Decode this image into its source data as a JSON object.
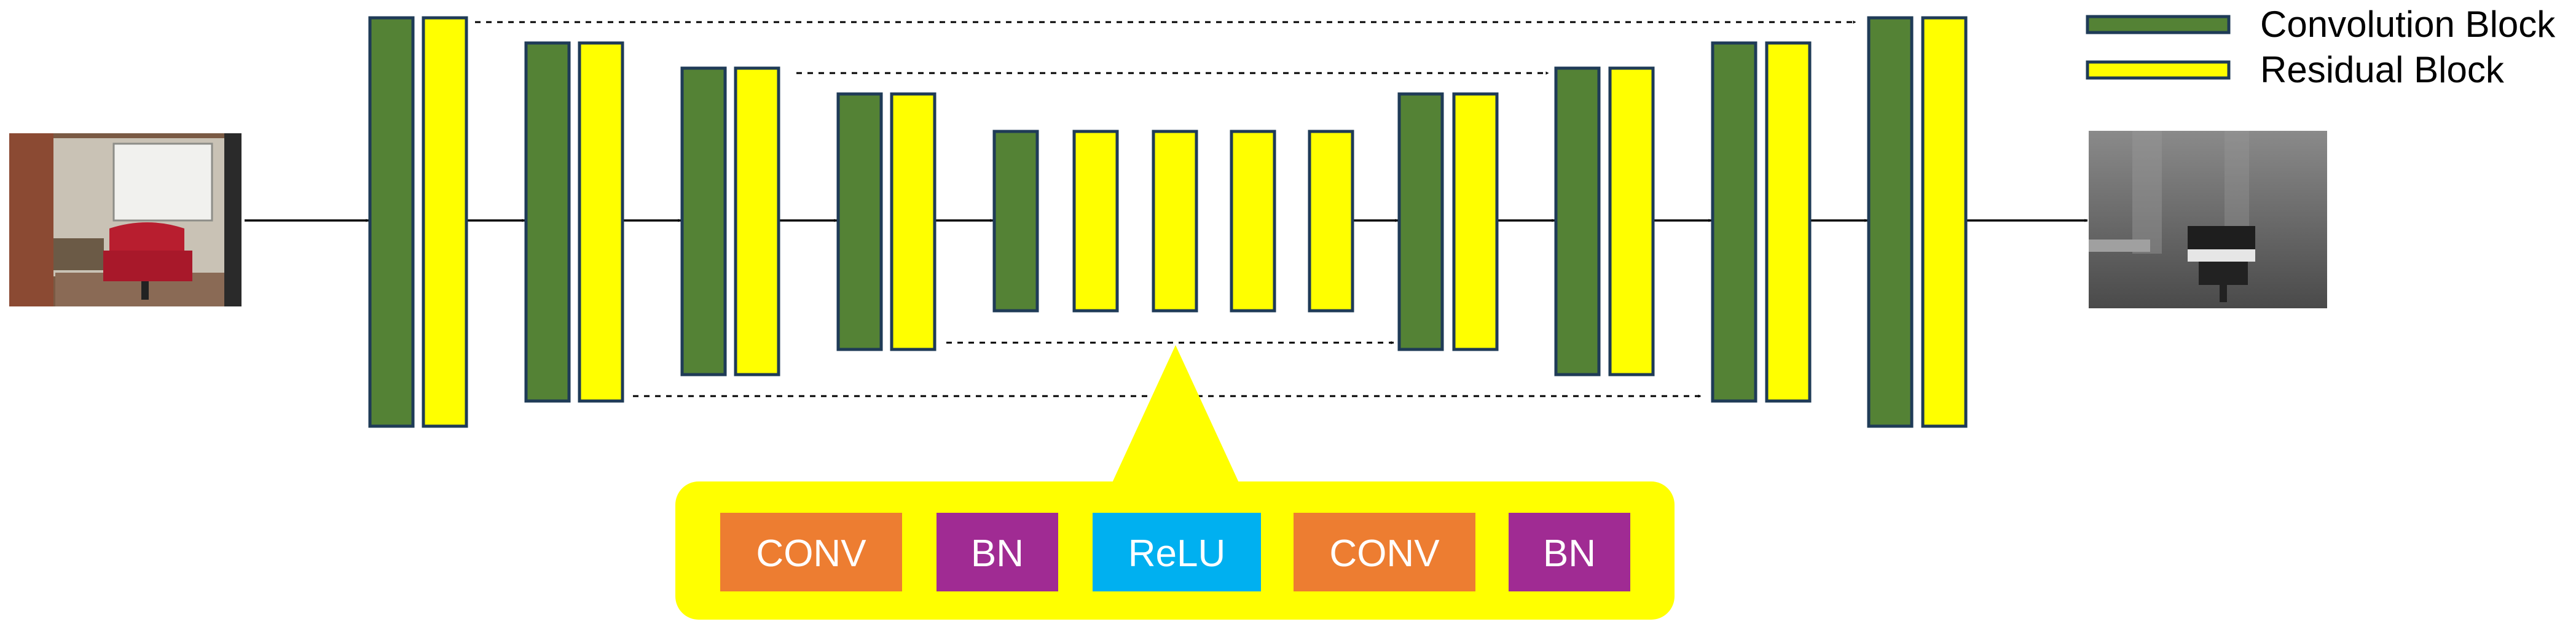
{
  "legend": {
    "items": [
      {
        "label": "Convolution Block",
        "color": "#548235"
      },
      {
        "label": "Residual Block",
        "color": "#ffff00"
      }
    ]
  },
  "colors": {
    "convolution_block": "#548235",
    "residual_block": "#ffff00",
    "block_outline": "#1f3b57",
    "callout_background": "#ffff00",
    "conv_op": "#ed7d31",
    "bn_op": "#a02b93",
    "relu_op": "#00b0f0"
  },
  "residual_block_detail": {
    "operations": [
      {
        "label": "CONV",
        "color": "#ed7d31"
      },
      {
        "label": "BN",
        "color": "#a02b93"
      },
      {
        "label": "ReLU",
        "color": "#00b0f0"
      },
      {
        "label": "CONV",
        "color": "#ed7d31"
      },
      {
        "label": "BN",
        "color": "#a02b93"
      }
    ]
  },
  "network": {
    "encoder_stages": 4,
    "bottleneck": "1 convolution block followed by 4 residual blocks",
    "decoder_stages": 4,
    "skip_connections": 4
  },
  "images": {
    "input": "RGB indoor scene photo: office room with a red chair and whiteboard",
    "output": "grayscale depth map of the same scene"
  }
}
